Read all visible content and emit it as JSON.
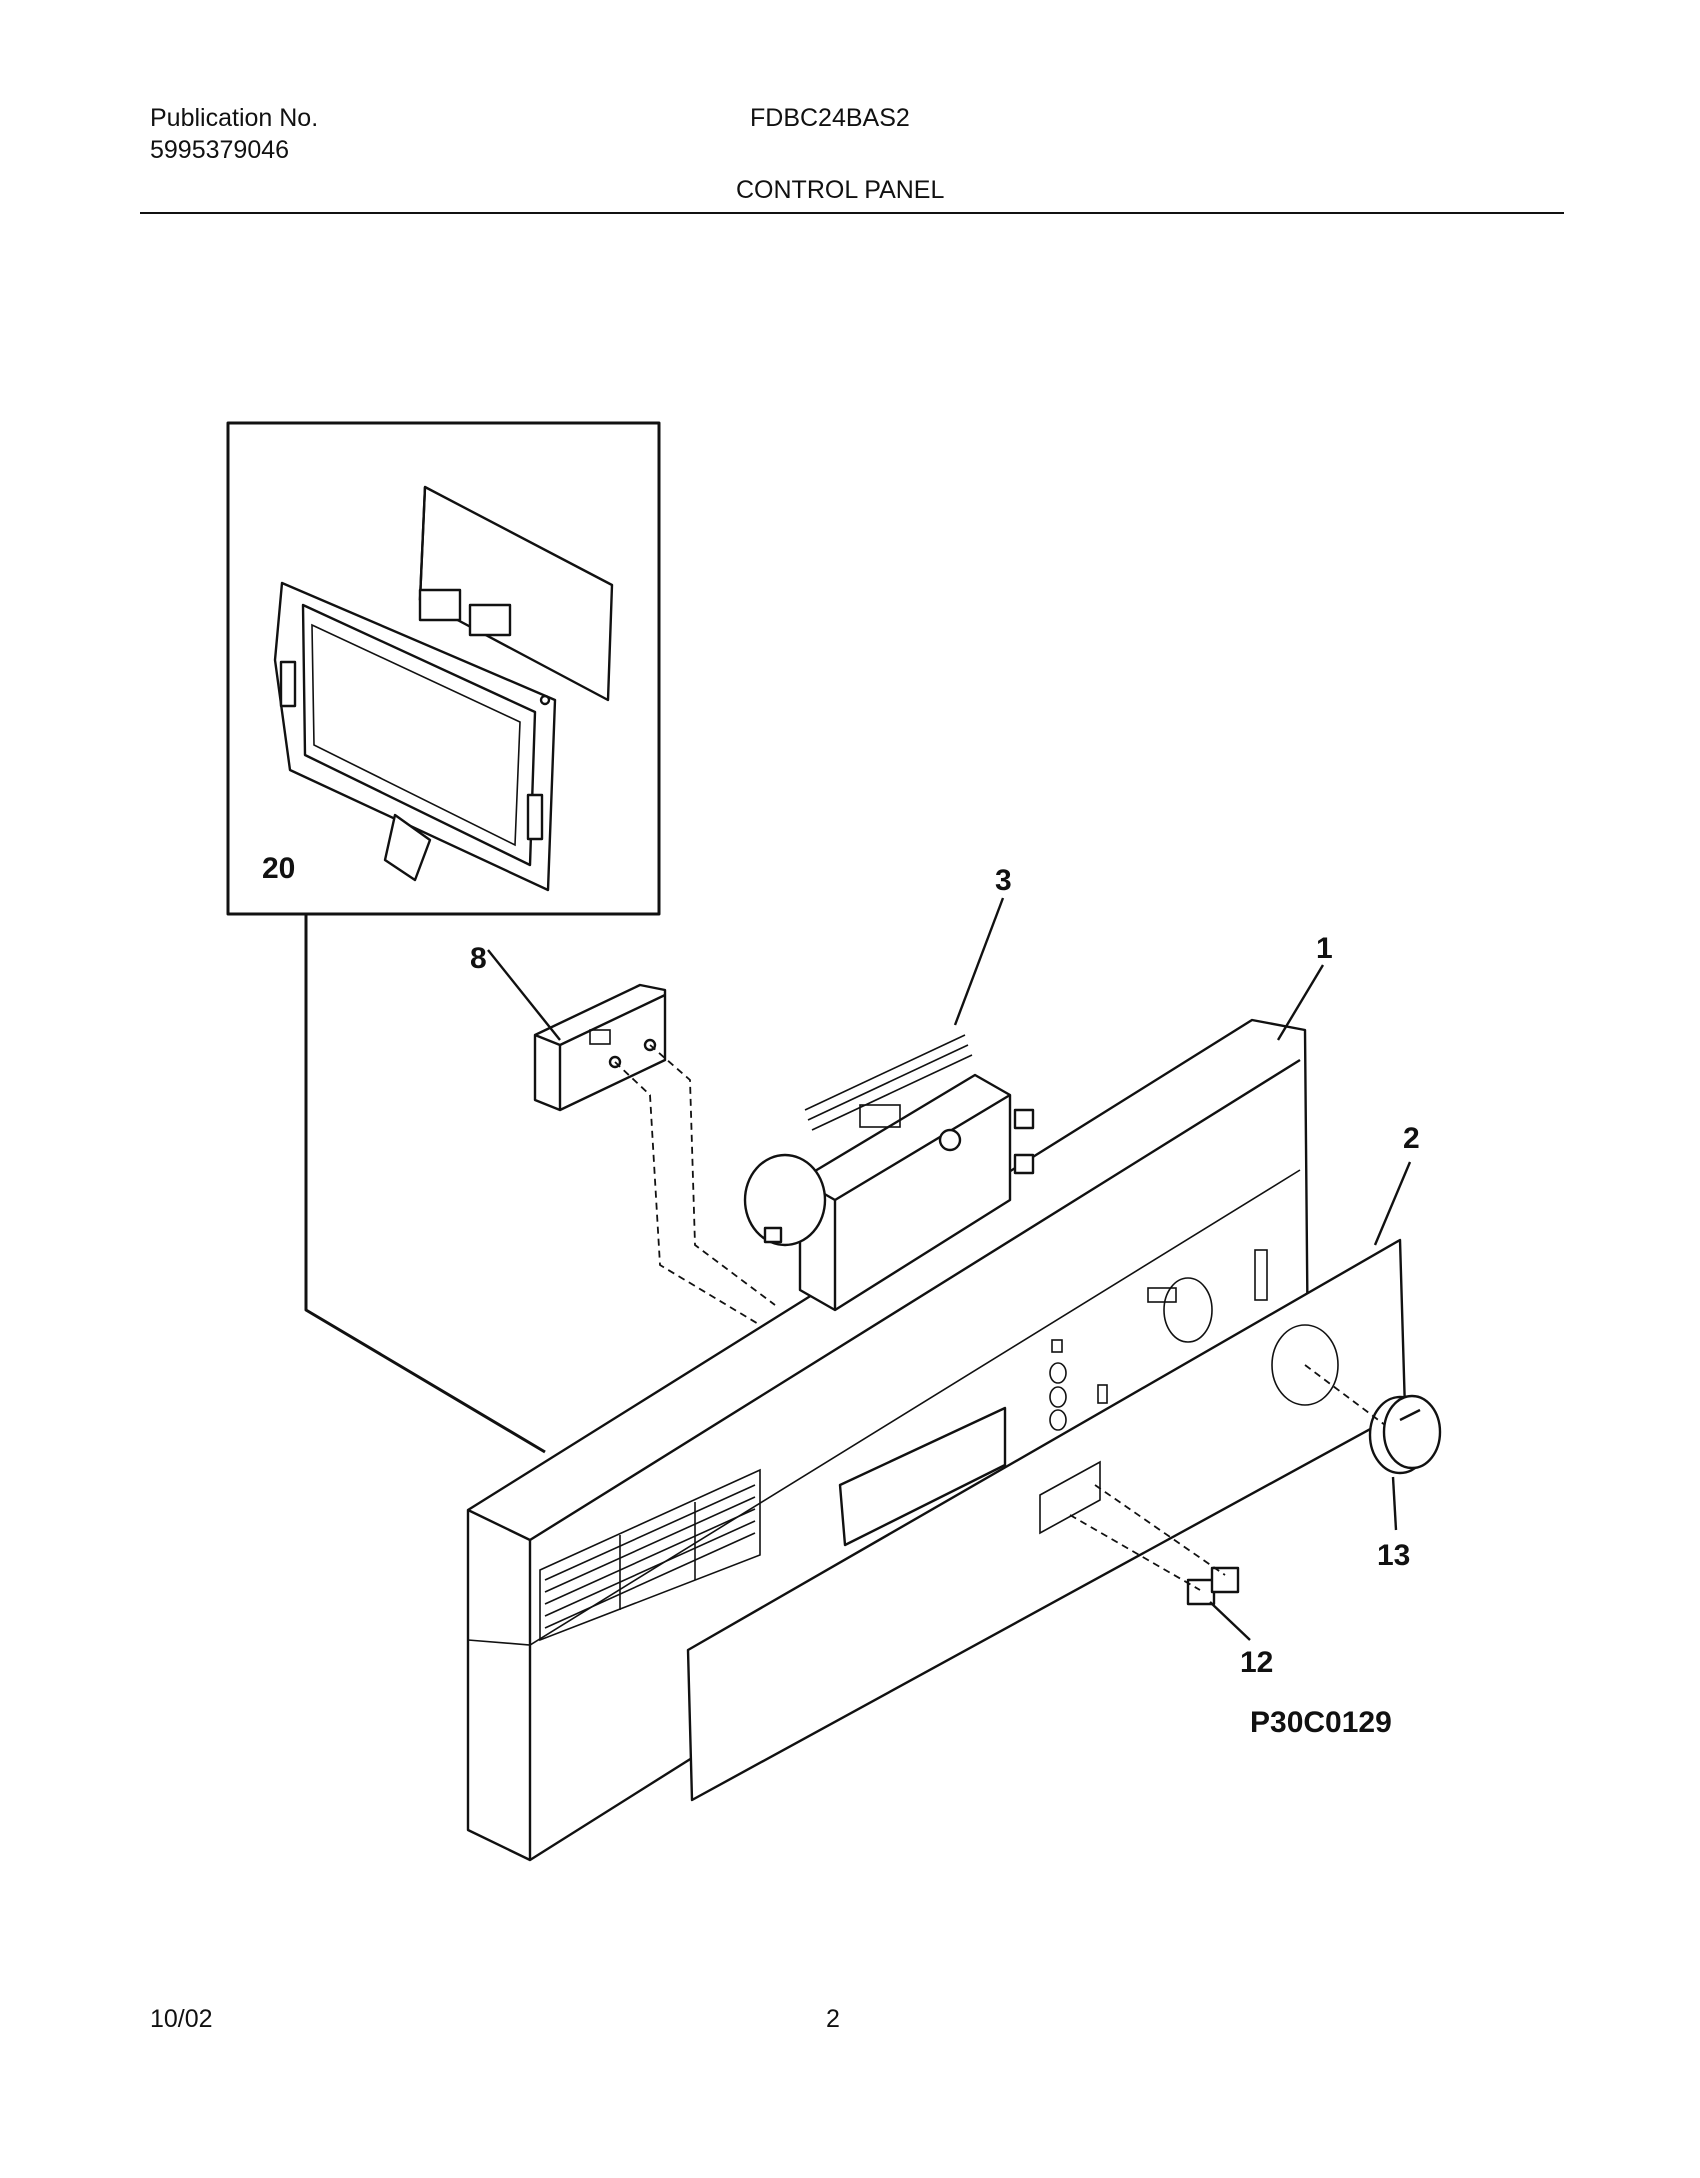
{
  "header": {
    "publication_label": "Publication No.",
    "publication_number": "5995379046",
    "model": "FDBC24BAS2",
    "section_title": "CONTROL PANEL"
  },
  "diagram": {
    "callouts": {
      "c20": "20",
      "c8": "8",
      "c3": "3",
      "c1": "1",
      "c2": "2",
      "c13": "13",
      "c12": "12"
    },
    "reference_code": "P30C0129"
  },
  "footer": {
    "date": "10/02",
    "page": "2"
  }
}
